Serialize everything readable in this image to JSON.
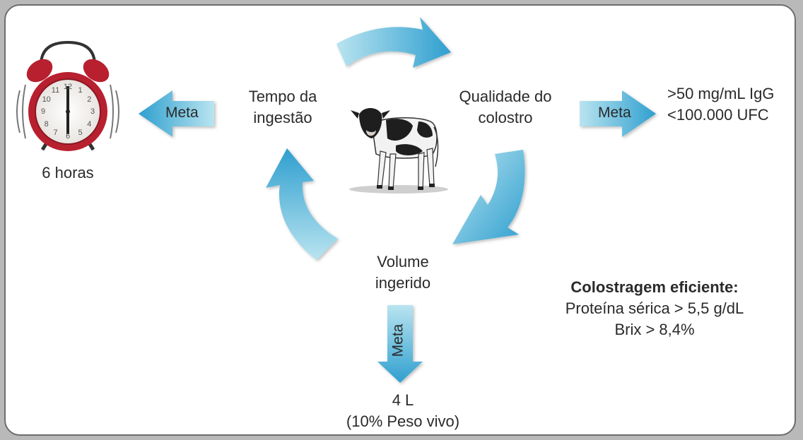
{
  "cycle": {
    "node_time": {
      "line1": "Tempo da",
      "line2": "ingestão"
    },
    "node_quality": {
      "line1": "Qualidade do",
      "line2": "colostro"
    },
    "node_volume": {
      "line1": "Volume",
      "line2": "ingerido"
    }
  },
  "goals": {
    "left_arrow_label": "Meta",
    "right_arrow_label": "Meta",
    "down_arrow_label": "Meta",
    "time_goal": "6 horas",
    "quality_goal_line1": ">50 mg/mL IgG",
    "quality_goal_line2": "<100.000 UFC",
    "volume_goal_line1": "4 L",
    "volume_goal_line2": "(10% Peso vivo)"
  },
  "efficiency": {
    "title": "Colostragem eficiente:",
    "line1": "Proteína sérica > 5,5 g/dL",
    "line2": "Brix > 8,4%"
  },
  "clock": {
    "numbers": [
      "12",
      "1",
      "2",
      "3",
      "4",
      "5",
      "6",
      "7",
      "8",
      "9",
      "10",
      "11"
    ]
  },
  "colors": {
    "arrow_light": "#a8dcea",
    "arrow_dark": "#2f9fcf",
    "clock_red": "#b8202f",
    "border": "#6d6d6d"
  },
  "icons": {
    "center_illustration": "calf-icon",
    "left_illustration": "alarm-clock-icon"
  }
}
